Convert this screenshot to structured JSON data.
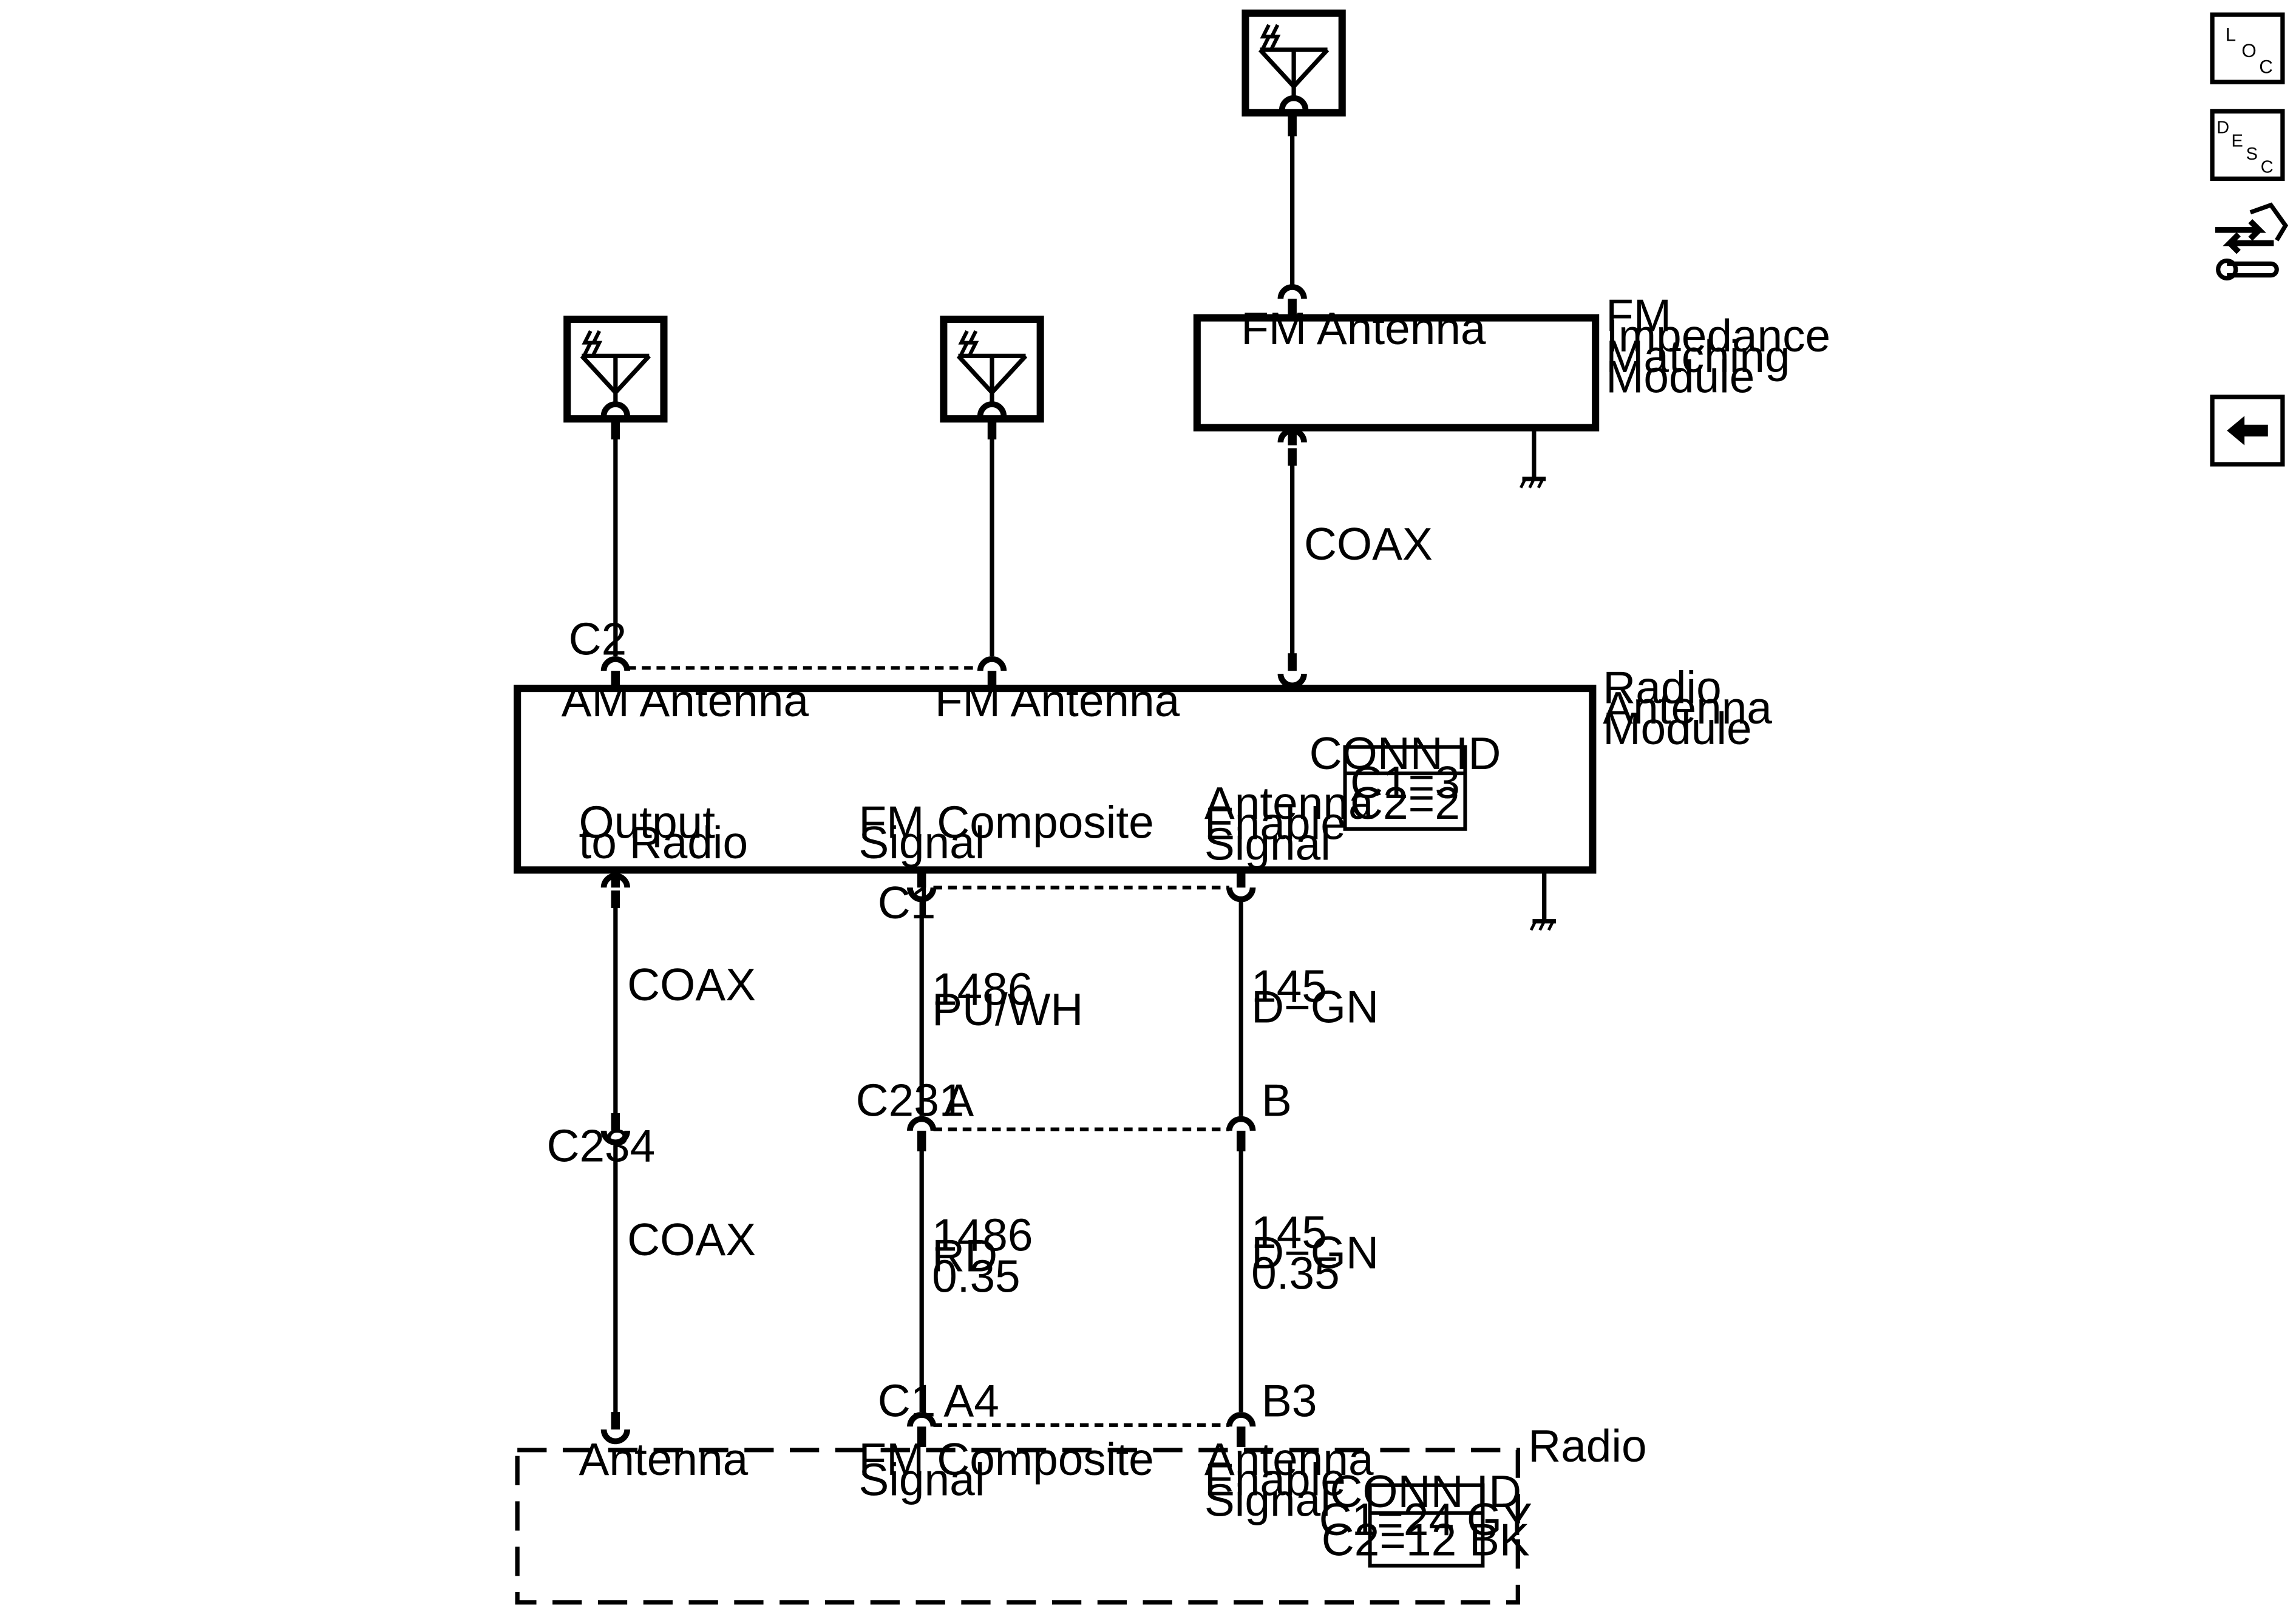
{
  "modules": {
    "fm_impedance": {
      "name_lines": [
        "FM",
        "Impedance",
        "Matching",
        "Module"
      ],
      "pin_label": "FM Antenna"
    },
    "radio_antenna_module": {
      "name_lines": [
        "Radio",
        "Antenna",
        "Module"
      ],
      "am_antenna": "AM Antenna",
      "fm_antenna": "FM Antenna",
      "output_lines": [
        "Output",
        "to Radio"
      ],
      "fm_composite_lines": [
        "FM Composite",
        "Signal"
      ],
      "antenna_enable_lines": [
        "Antenna",
        "Enable",
        "Signal"
      ],
      "conn_id": {
        "title": "CONN ID",
        "lines": [
          "C1=3",
          "C2=2"
        ]
      }
    },
    "radio": {
      "name": "Radio",
      "antenna": "Antenna",
      "fm_composite_lines": [
        "FM Composite",
        "Signal"
      ],
      "antenna_enable_lines": [
        "Antenna",
        "Enable",
        "Signal"
      ],
      "conn_id": {
        "title": "CONN ID",
        "lines": [
          "C1=24 GY",
          "C2=12 BK"
        ]
      }
    }
  },
  "connectors": {
    "c2": "C2",
    "c1_top": "C1",
    "c231": "C231",
    "pin_a": "A",
    "pin_b": "B",
    "c234": "C234",
    "c1_bottom": "C1",
    "pin_a4": "A4",
    "pin_b3": "B3"
  },
  "wires": {
    "coax_top": "COAX",
    "coax_left_upper": "COAX",
    "coax_left_lower": "COAX",
    "w1486_upper": [
      "1486",
      "PU/WH"
    ],
    "w145_upper": [
      "145",
      "D−GN"
    ],
    "w1486_lower": [
      "1486",
      "RD",
      "0.35"
    ],
    "w145_lower": [
      "145",
      "D−GN",
      "0.35"
    ]
  },
  "nav_icons": {
    "loc": {
      "letters": [
        "L",
        "O",
        "C"
      ],
      "icon": "location-icon"
    },
    "desc": {
      "letters": [
        "D",
        "E",
        "S",
        "C"
      ],
      "icon": "description-icon"
    },
    "procedure": {
      "icon": "procedure-arrows-icon"
    },
    "back": {
      "icon": "back-arrow-icon"
    }
  }
}
